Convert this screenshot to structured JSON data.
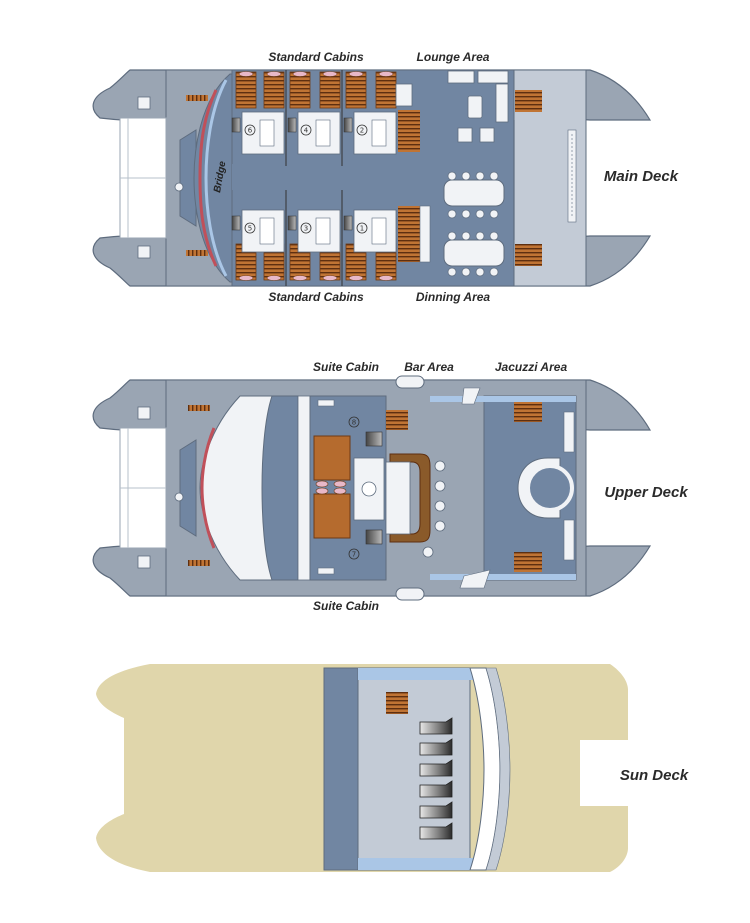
{
  "colors": {
    "hull": "#9aa5b3",
    "hull_stroke": "#5e6c7e",
    "deck_light": "#c3cbd6",
    "deck_blue": "#7186a2",
    "cabin_white": "#f1f3f6",
    "wood": "#b56b2e",
    "wood_dark": "#6e3a14",
    "bridge_red": "#c0505a",
    "sun_hull": "#e0d6ab",
    "water_blue": "#aac6e6",
    "text": "#2a2a2a"
  },
  "main_deck": {
    "title": "Main Deck",
    "labels": {
      "standard_cabins_top": "Standard Cabins",
      "standard_cabins_bottom": "Standard Cabins",
      "lounge_area": "Lounge Area",
      "dinning_area": "Dinning Area",
      "bridge": "Bridge"
    },
    "cabin_numbers": [
      "1",
      "2",
      "3",
      "4",
      "5",
      "6"
    ]
  },
  "upper_deck": {
    "title": "Upper Deck",
    "labels": {
      "suite_cabin_top": "Suite Cabin",
      "suite_cabin_bottom": "Suite Cabin",
      "bar_area": "Bar Area",
      "jacuzzi_area": "Jacuzzi Area"
    },
    "cabin_numbers": [
      "7",
      "8"
    ]
  },
  "sun_deck": {
    "title": "Sun Deck",
    "lounger_count": 6
  }
}
